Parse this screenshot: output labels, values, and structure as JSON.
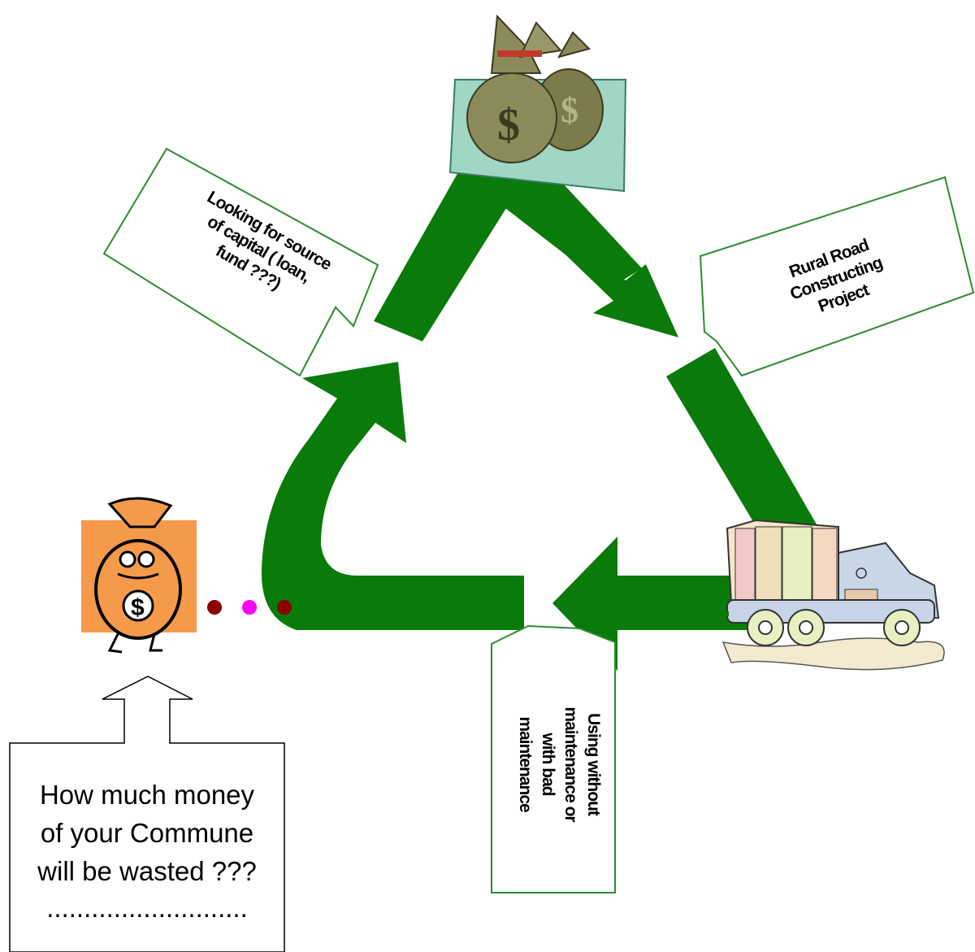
{
  "labels": {
    "capital_line1": "Looking for source",
    "capital_line2": "of capital ( loan,",
    "capital_line3": "fund ???)",
    "project_line1": "Rural Road",
    "project_line2": "Constructing",
    "project_line3": "Project",
    "maintenance_line1": "Using without",
    "maintenance_line2": "maintenance or",
    "maintenance_line3": "with bad",
    "maintenance_line4": "maintenance"
  },
  "question": {
    "line1": "How much money",
    "line2": "of your Commune",
    "line3": "will be wasted ???",
    "line4": "..........................."
  },
  "icons": {
    "cycle_arrows": "recycle-arrows",
    "top": "money-bags-icon",
    "right": "truck-icon",
    "left": "money-bag-character-icon",
    "dots": "ellipsis-dots"
  },
  "colors": {
    "arrow": "#0a7a0a",
    "label_border": "#2e8b2e",
    "money_bg": "#9fd6c4",
    "money_bag": "#8c8a5a",
    "character_bg": "#f59a4a",
    "dot_dark": "#8b0000",
    "dot_pink": "#ff00ff"
  }
}
